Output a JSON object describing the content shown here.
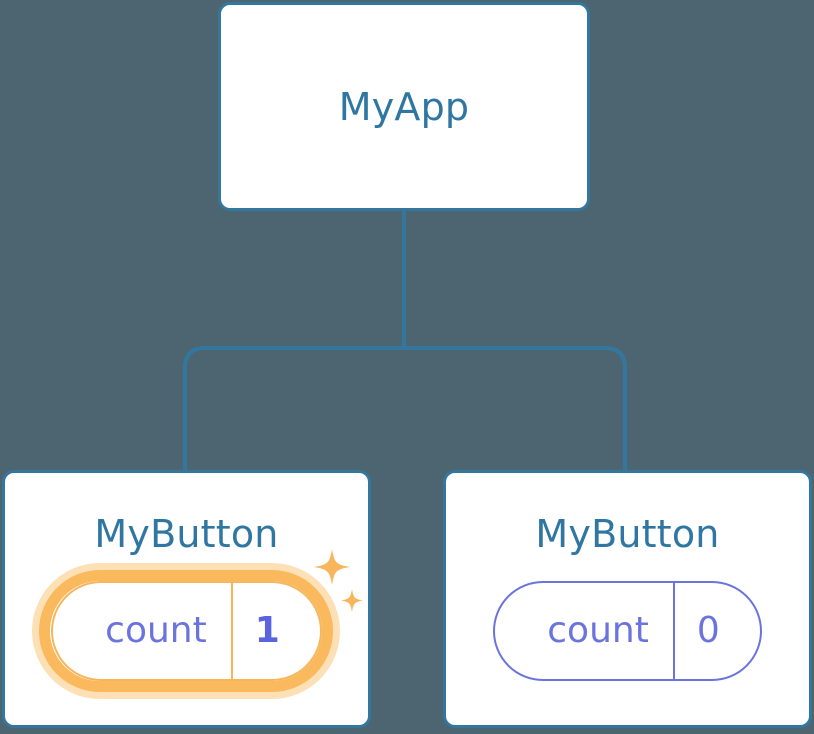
{
  "diagram": {
    "type": "component-tree",
    "title_semantic": "react-component-tree-state-update",
    "background_color": "#4c6570",
    "node_border_color": "#33779f",
    "node_title_color": "#2f77a2",
    "connector_color": "#33779f",
    "pill_color": "#6b73dd",
    "highlight_color": "#f9b95c",
    "highlight_glow_color": "#fde0b6",
    "sparkle_color": "#f7b55c"
  },
  "nodes": {
    "root": {
      "label": "MyApp"
    },
    "child_left": {
      "label": "MyButton",
      "state": {
        "key": "count",
        "value": "1",
        "highlighted": true
      }
    },
    "child_right": {
      "label": "MyButton",
      "state": {
        "key": "count",
        "value": "0",
        "highlighted": false
      }
    }
  },
  "edges": [
    {
      "from": "MyApp",
      "to": "MyButton (left)"
    },
    {
      "from": "MyApp",
      "to": "MyButton (right)"
    }
  ],
  "icons": {
    "sparkle_large": "sparkle-icon",
    "sparkle_small": "sparkle-icon"
  }
}
